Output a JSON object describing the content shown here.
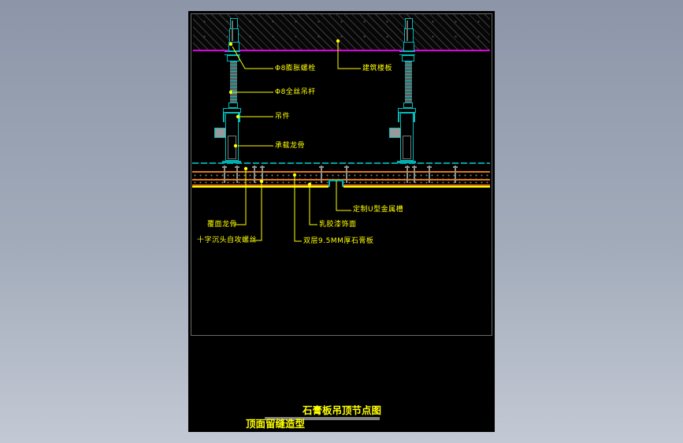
{
  "titles": {
    "main": "石膏板吊顶节点图",
    "sub": "顶面留缝造型"
  },
  "annotations": {
    "expansion_bolt": "Φ8膨胀螺栓",
    "building_slab": "建筑楼板",
    "hanger_rod": "Φ8全丝吊杆",
    "hanger": "吊件",
    "carrier_keel": "承载龙骨",
    "furring_keel": "覆面龙骨",
    "self_tapping_screw": "十字沉头自攻螺丝",
    "double_board": "双层9.5MM厚石膏板",
    "paint_finish": "乳胶漆饰面",
    "u_channel": "定制U型金属槽"
  },
  "colors": {
    "background_top": "#8c96a8",
    "background_bottom": "#c3c9d4",
    "drawing_background": "#000000",
    "slab_line": "#dd00dd",
    "structure": "#00bcbc",
    "board_edge": "#e07818",
    "annotation": "#ffff00",
    "hatch": "#3d3d3d",
    "title_underline": "#828282"
  },
  "diagram": {
    "screw_marks_x": [
      46,
      62,
      84,
      94,
      169,
      201,
      278,
      287,
      306,
      339
    ]
  }
}
